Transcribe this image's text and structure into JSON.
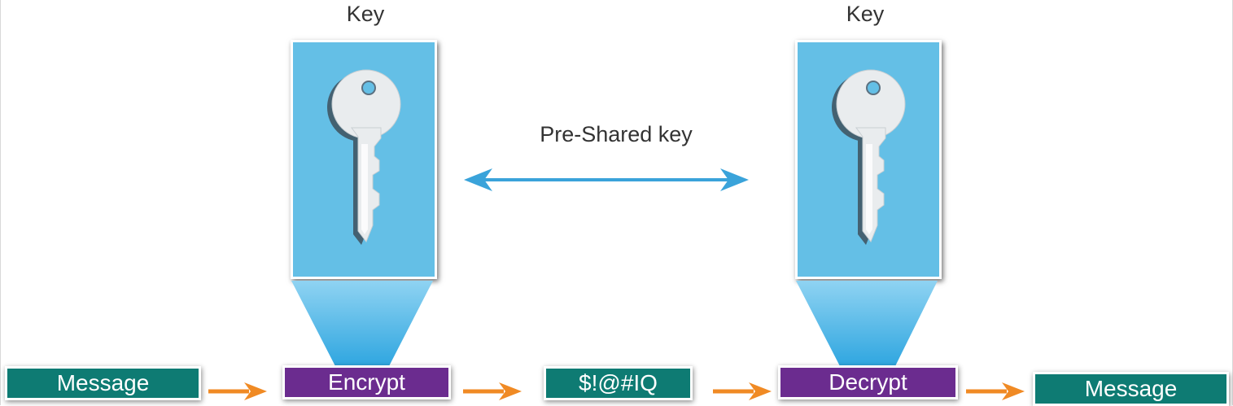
{
  "diagram": {
    "key_label_left": "Key",
    "key_label_right": "Key",
    "preshared_label": "Pre-Shared key",
    "flow": {
      "message_in": "Message",
      "encrypt": "Encrypt",
      "ciphertext": "$!@#IQ",
      "decrypt": "Decrypt",
      "message_out": "Message"
    }
  },
  "icons": {
    "key": "key-icon",
    "double_arrow": "double-headed-arrow",
    "flow_arrow": "right-arrow"
  },
  "colors": {
    "panel_blue": "#64BFE6",
    "beam_blue": "#3AAEE3",
    "arrow_blue": "#3AA3DA",
    "box_green": "#0E7B73",
    "box_purple": "#6B2C8F",
    "flow_arrow_orange": "#F08A24"
  }
}
